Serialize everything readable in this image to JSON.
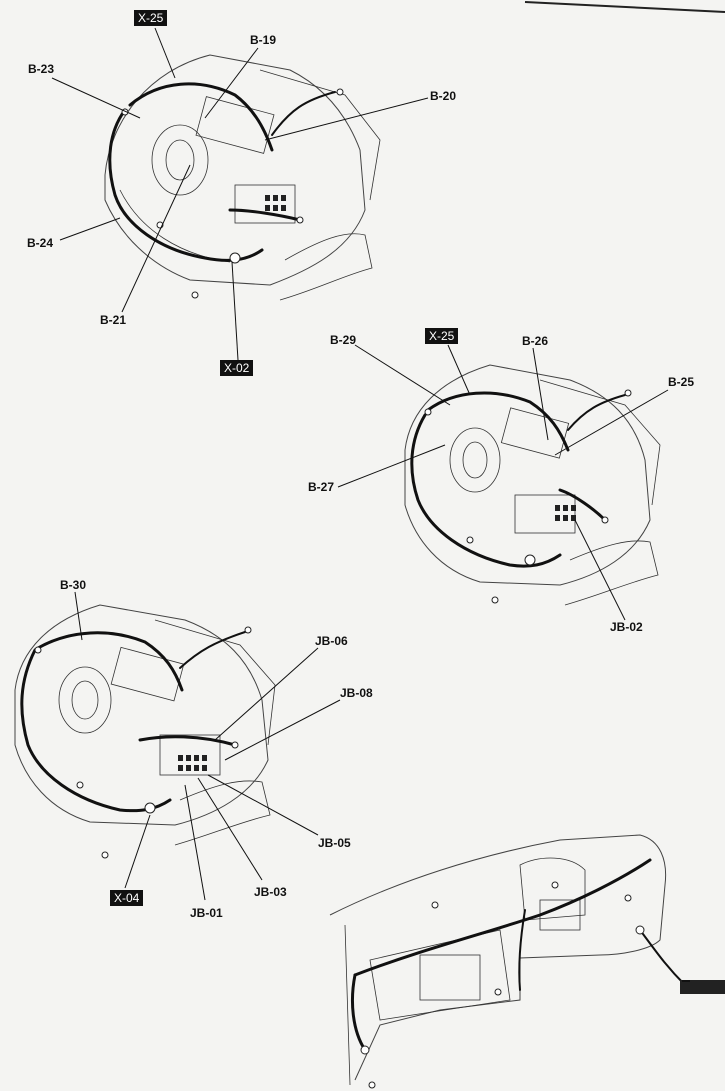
{
  "diagrams": [
    {
      "name": "engine-bay-view-1",
      "labels": [
        "B-19",
        "B-20",
        "B-23",
        "B-24",
        "B-21"
      ],
      "tags": [
        "X-25",
        "X-02"
      ]
    },
    {
      "name": "engine-bay-view-2",
      "labels": [
        "B-29",
        "B-26",
        "B-25",
        "B-27",
        "JB-02"
      ],
      "tags": [
        "X-25"
      ]
    },
    {
      "name": "engine-bay-view-3",
      "labels": [
        "B-30",
        "JB-06",
        "JB-08",
        "JB-05",
        "JB-03",
        "JB-01"
      ],
      "tags": [
        "X-04"
      ]
    },
    {
      "name": "dashboard-view",
      "labels": [],
      "tags": [
        ""
      ]
    }
  ]
}
